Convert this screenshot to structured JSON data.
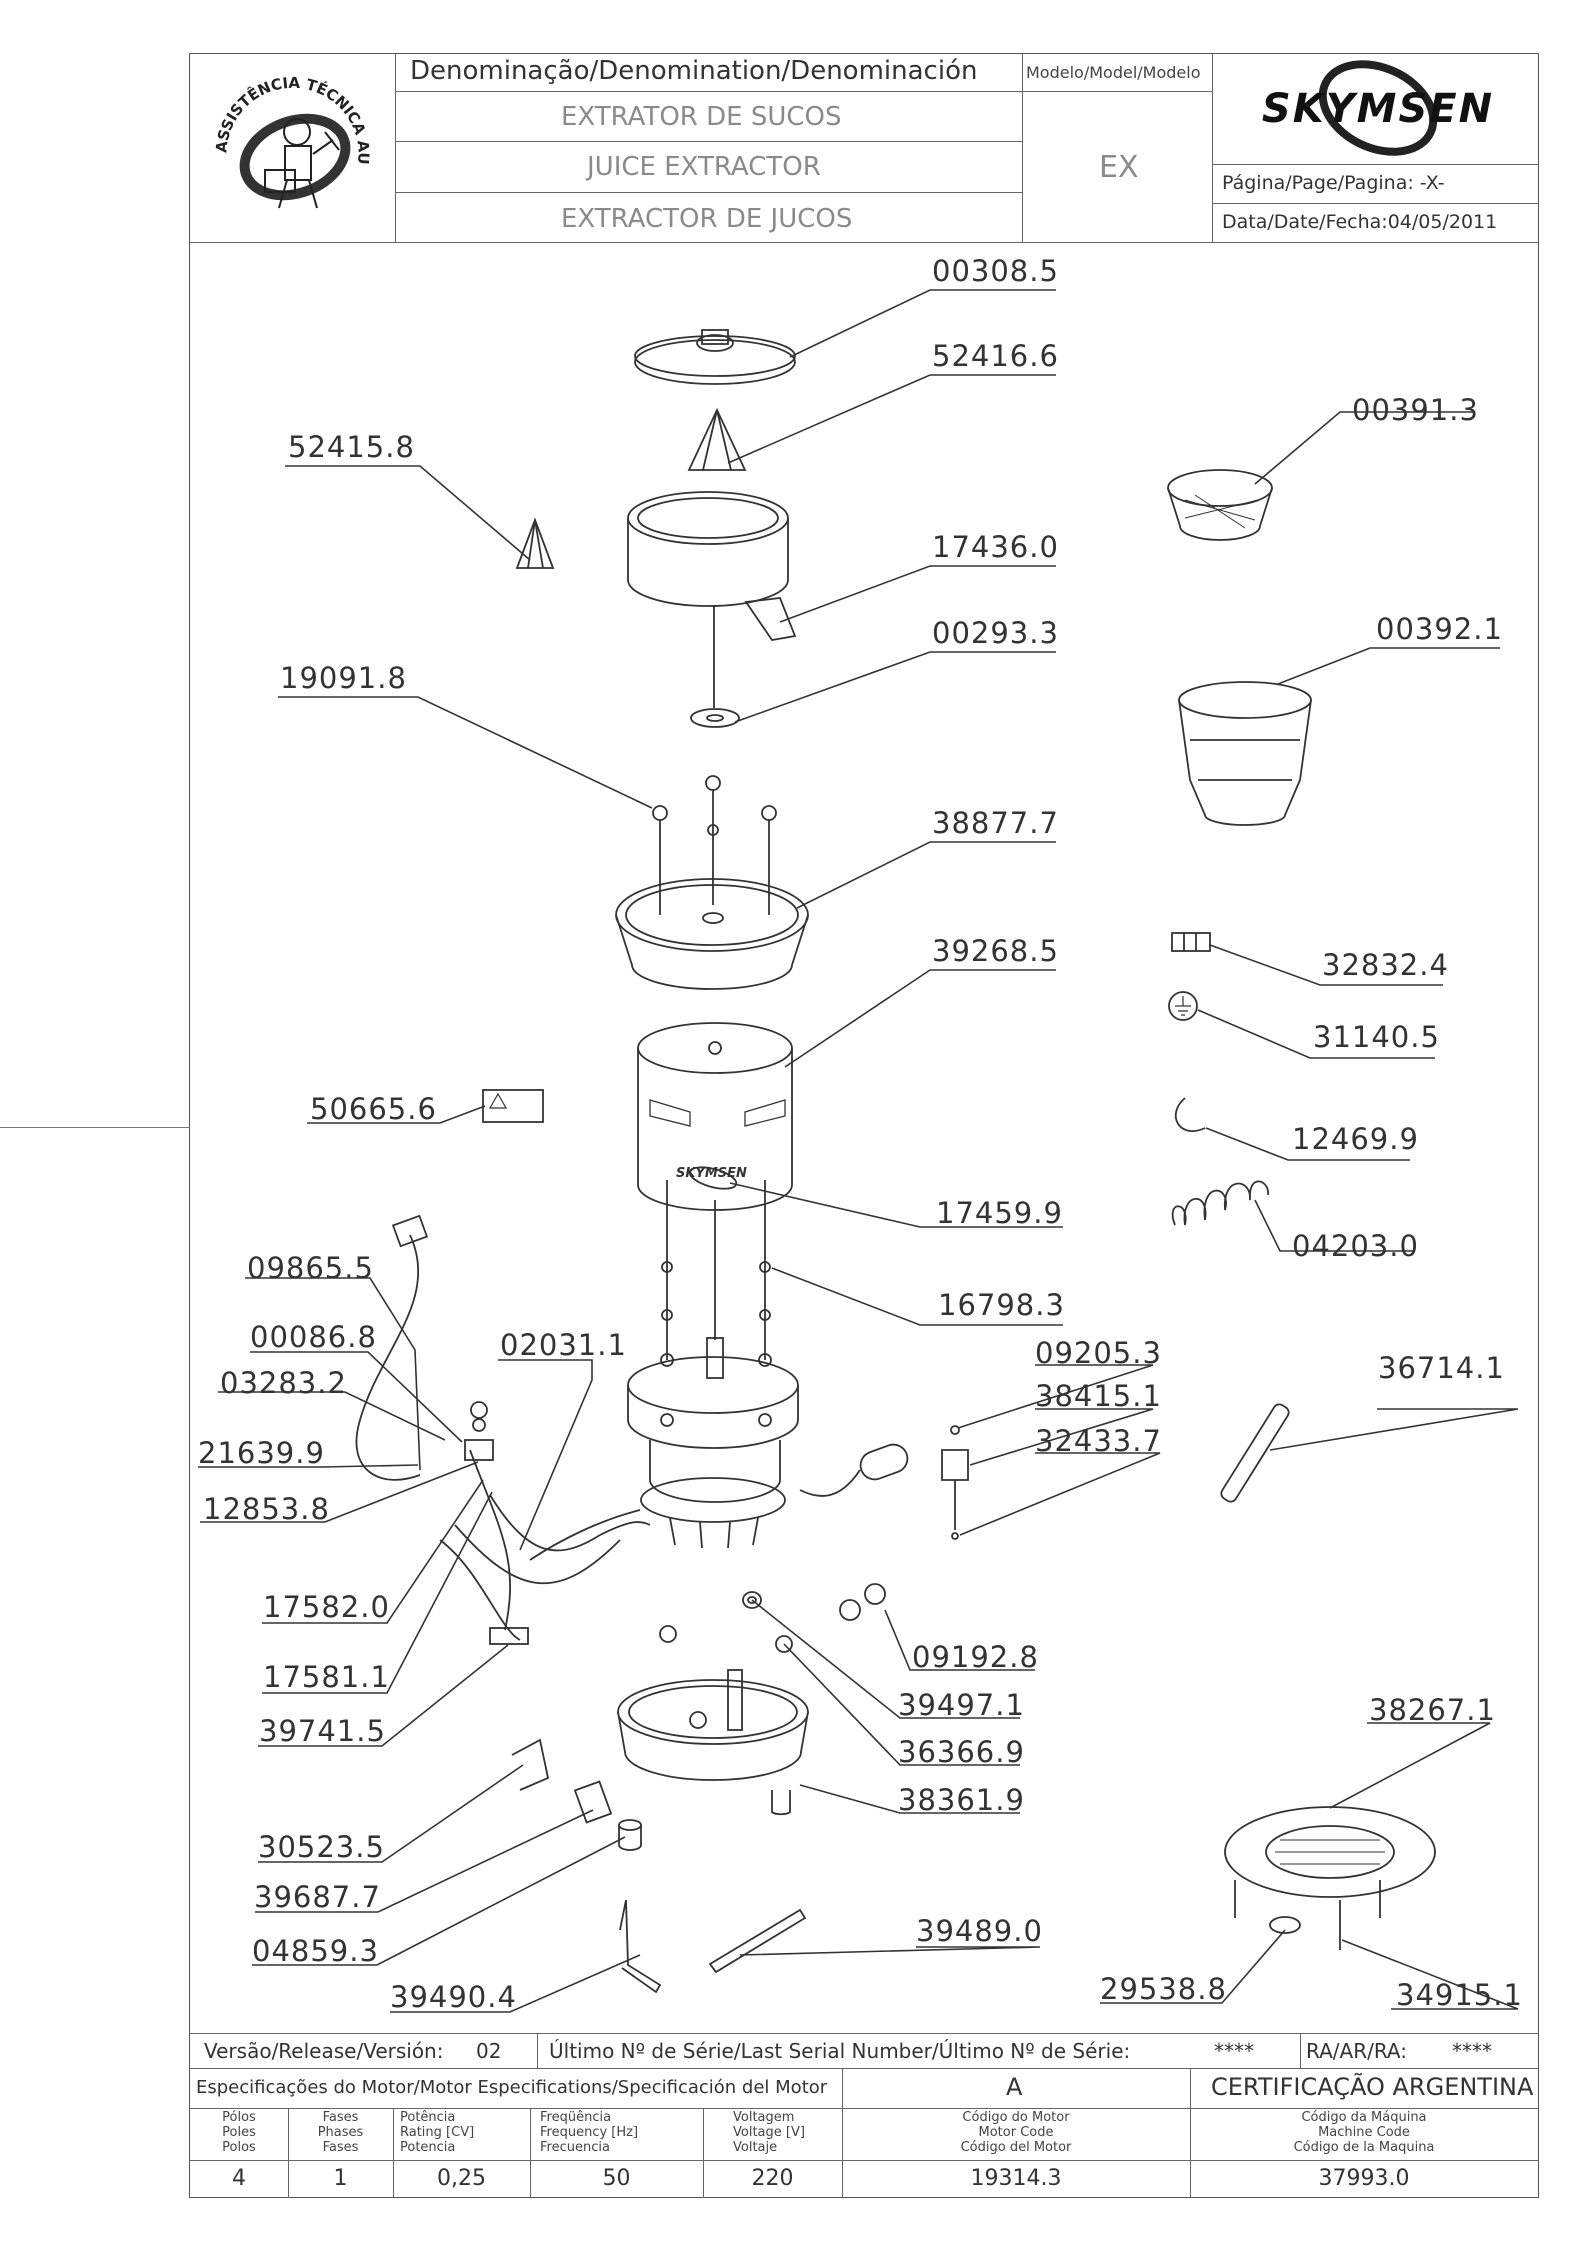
{
  "header": {
    "denomination_title": "Denominação/Denomination/Denominación",
    "names": [
      "EXTRATOR DE SUCOS",
      "JUICE EXTRACTOR",
      "EXTRACTOR DE JUCOS"
    ],
    "model_title": "Modelo/Model/Modelo",
    "model_value": "EX",
    "brand": "SKYMSEN",
    "page_label": "Página/Page/Pagina: -X-",
    "date_label": "Data/Date/Fecha:04/05/2011",
    "seal_text": "ASSISTÊNCIA TÉCNICA AUTORIZADA"
  },
  "parts": [
    "00308.5",
    "52416.6",
    "52415.8",
    "00391.3",
    "17436.0",
    "00293.3",
    "00392.1",
    "19091.8",
    "38877.7",
    "39268.5",
    "32832.4",
    "31140.5",
    "50665.6",
    "12469.9",
    "17459.9",
    "04203.0",
    "09865.5",
    "16798.3",
    "00086.8",
    "02031.1",
    "09205.3",
    "03283.2",
    "38415.1",
    "36714.1",
    "32433.7",
    "21639.9",
    "12853.8",
    "17582.0",
    "09192.8",
    "17581.1",
    "39497.1",
    "38267.1",
    "39741.5",
    "36366.9",
    "38361.9",
    "30523.5",
    "39687.7",
    "04859.3",
    "39489.0",
    "29538.8",
    "39490.4",
    "34915.1"
  ],
  "footer": {
    "version_label": "Versão/Release/Versión:",
    "version_value": "02",
    "serial_label": "Último Nº de Série/Last Serial Number/Último Nº de Série:",
    "serial_value": "****",
    "ra_label": "RA/AR/RA:",
    "ra_value": "****",
    "motor_spec_label": "Especificações do Motor/Motor Especifications/Specificación del Motor",
    "motor_spec_value": "A",
    "certification": "CERTIFICAÇÃO ARGENTINA",
    "columns": [
      "Pólos\nPoles\nPolos",
      "Fases\nPhases\nFases",
      "Potência\nRating [CV]\nPotencia",
      "Freqüência\nFrequency [Hz]\nFrecuencia",
      "Voltagem\nVoltage [V]\nVoltaje",
      "Código do Motor\nMotor Code\nCódigo del Motor",
      "Código da Máquina\nMachine Code\nCódigo de la Maquina"
    ],
    "values": [
      "4",
      "1",
      "0,25",
      "50",
      "220",
      "19314.3",
      "37993.0"
    ]
  }
}
